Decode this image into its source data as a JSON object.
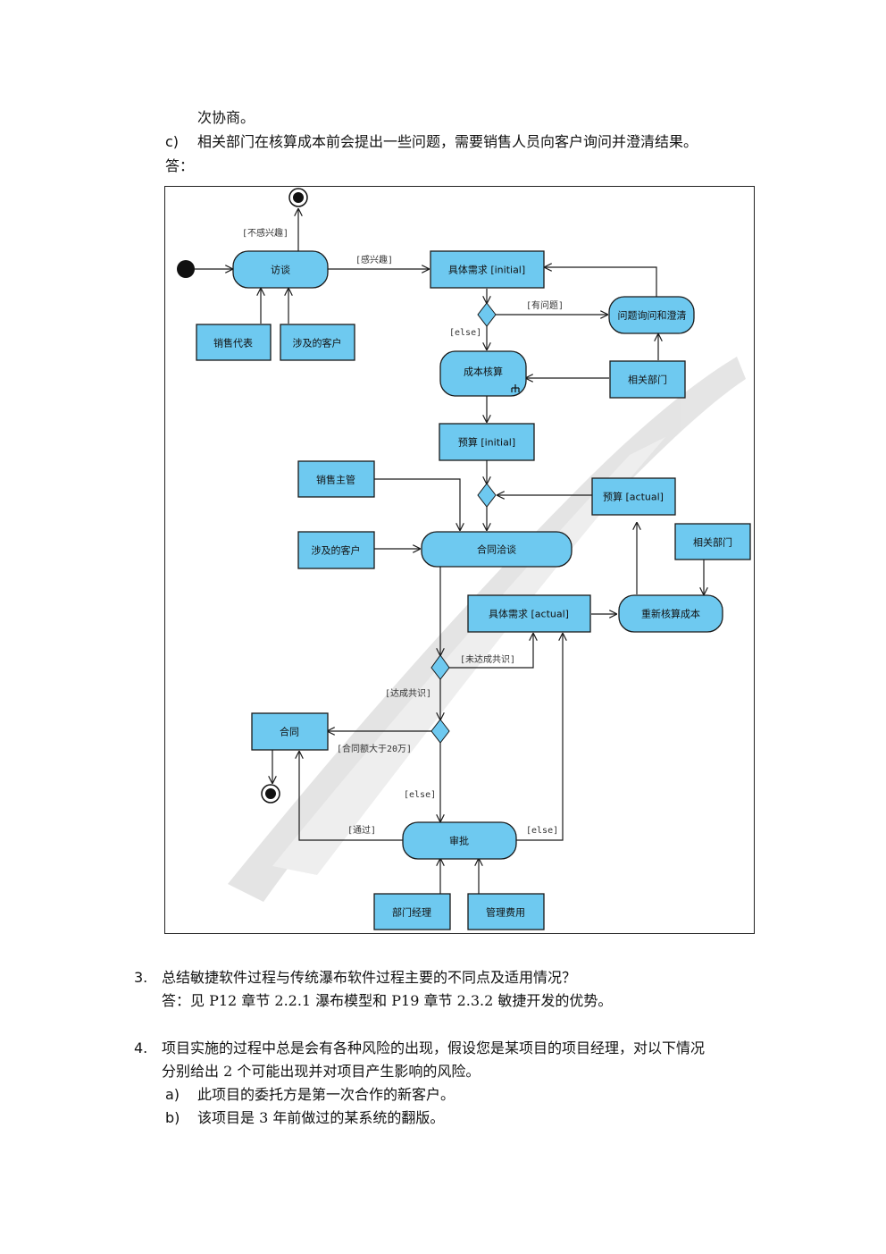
{
  "text": {
    "line1": "次协商。",
    "c_marker": "c)",
    "c_text": "相关部门在核算成本前会提出一些问题，需要销售人员向客户询问并澄清结果。",
    "answer_label": "答：",
    "q3_num": "3.",
    "q3_text": "总结敏捷软件过程与传统瀑布软件过程主要的不同点及适用情况？",
    "q3_answer": "答：见 P12 章节 2.2.1 瀑布模型和 P19 章节 2.3.2 敏捷开发的优势。",
    "q4_num": "4.",
    "q4_line1": "项目实施的过程中总是会有各种风险的出现，假设您是某项目的项目经理，对以下情况",
    "q4_line2": "分别给出 2 个可能出现并对项目产生影响的风险。",
    "a_marker": "a)",
    "a_text": "此项目的委托方是第一次合作的新客户。",
    "b_marker": "b)",
    "b_text": "该项目是 3 年前做过的某系统的翻版。"
  },
  "diagram": {
    "actions": {
      "interview": "访谈",
      "cost_calc": "成本核算",
      "negotiation": "合同洽谈",
      "recalc": "重新核算成本",
      "inquiry": "问题询问和澄清",
      "approval": "审批"
    },
    "objects": {
      "sales_rep": "销售代表",
      "customer1": "涉及的客户",
      "requirements_initial": "具体需求 [initial]",
      "dept1": "相关部门",
      "budget_initial": "预算 [initial]",
      "sales_manager": "销售主管",
      "budget_actual": "预算 [actual]",
      "customer2": "涉及的客户",
      "dept2": "相关部门",
      "requirements_actual": "具体需求 [actual]",
      "contract": "合同",
      "dept_manager": "部门经理",
      "mgmt_fee": "管理费用"
    },
    "guards": {
      "not_interested": "[不感兴趣]",
      "interested": "[感兴趣]",
      "has_question": "[有问题]",
      "else1": "[else]",
      "no_consensus": "[未达成共识]",
      "consensus": "[达成共识]",
      "over_200k": "[合同额大于20万]",
      "else2": "[else]",
      "passed": "[通过]",
      "else3": "[else]"
    },
    "colors": {
      "fill": "#6ec9f0",
      "stroke": "#1a1a1a"
    }
  }
}
